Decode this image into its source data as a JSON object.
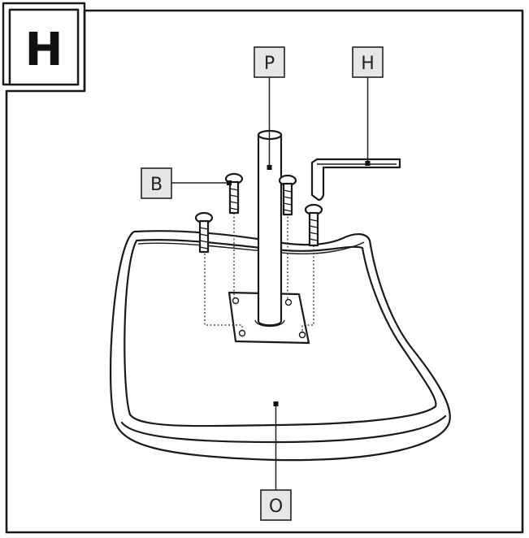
{
  "step": {
    "letter": "H"
  },
  "callouts": {
    "post": "P",
    "hex_key": "H",
    "bolts": "B",
    "seat": "O"
  },
  "colors": {
    "line": "#1a1a1a",
    "label_fill": "#e6e6e6",
    "background": "#ffffff"
  }
}
